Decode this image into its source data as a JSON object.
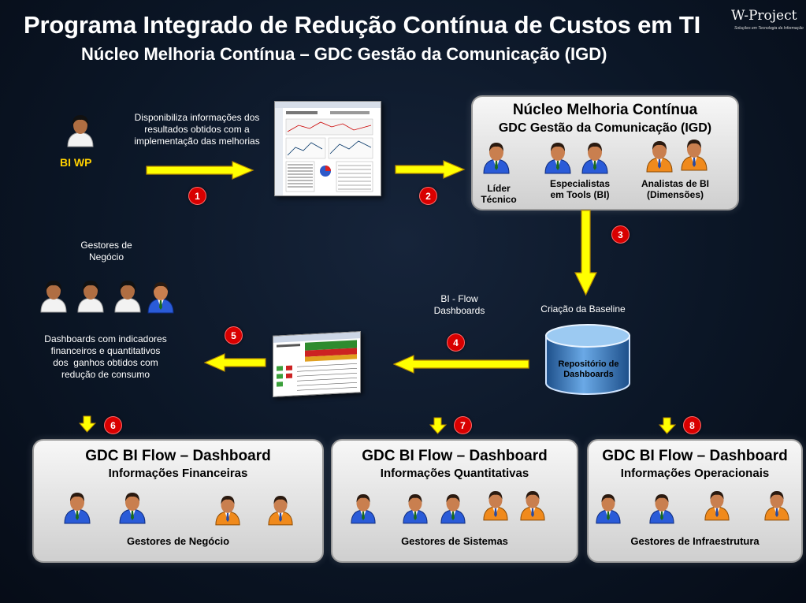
{
  "title": "Programa Integrado de Redução Contínua de Custos em TI",
  "subtitle": "Núcleo Melhoria Contínua – GDC Gestão da Comunicação (IGD)",
  "logo": {
    "text": "W-Project",
    "tagline": "Soluções em Tecnologia da Informação"
  },
  "bi_wp": "BI WP",
  "step1_text": [
    "Disponibiliza informações dos",
    "resultados obtidos com a",
    "implementação das melhorias"
  ],
  "nucleo": {
    "title": "Núcleo Melhoria Contínua",
    "subtitle": "GDC Gestão da Comunicação (IGD)",
    "roles": [
      {
        "label1": "Líder",
        "label2": "Técnico"
      },
      {
        "label1": "Especialistas",
        "label2": "em Tools (BI)"
      },
      {
        "label1": "Analistas de BI",
        "label2": "(Dimensões)"
      }
    ]
  },
  "gestores_label": [
    "Gestores de",
    "Negócio"
  ],
  "dashboards_text": [
    "Dashboards com indicadores",
    "financeiros e quantitativos",
    "dos  ganhos obtidos com",
    "redução de consumo"
  ],
  "bi_flow_label": [
    "BI - Flow",
    "Dashboards"
  ],
  "baseline_label": "Criação da Baseline",
  "repository": [
    "Repositório de",
    "Dashboards"
  ],
  "steps": [
    "1",
    "2",
    "3",
    "4",
    "5",
    "6",
    "7",
    "8"
  ],
  "panels": [
    {
      "title": "GDC BI Flow – Dashboard",
      "subtitle": "Informações Financeiras",
      "footer": "Gestores de Negócio"
    },
    {
      "title": "GDC BI Flow – Dashboard",
      "subtitle": "Informações Quantitativas",
      "footer": "Gestores de Sistemas"
    },
    {
      "title": "GDC BI Flow – Dashboard",
      "subtitle": "Informações Operacionais",
      "footer": "Gestores de Infraestrutura"
    }
  ],
  "colors": {
    "arrow": "#ffff00",
    "badge": "#d80000",
    "person_blue": "#2a5bd8",
    "person_orange": "#f08a1c",
    "person_white": "#f2f2f2",
    "cylinder": "#3f83c9"
  }
}
